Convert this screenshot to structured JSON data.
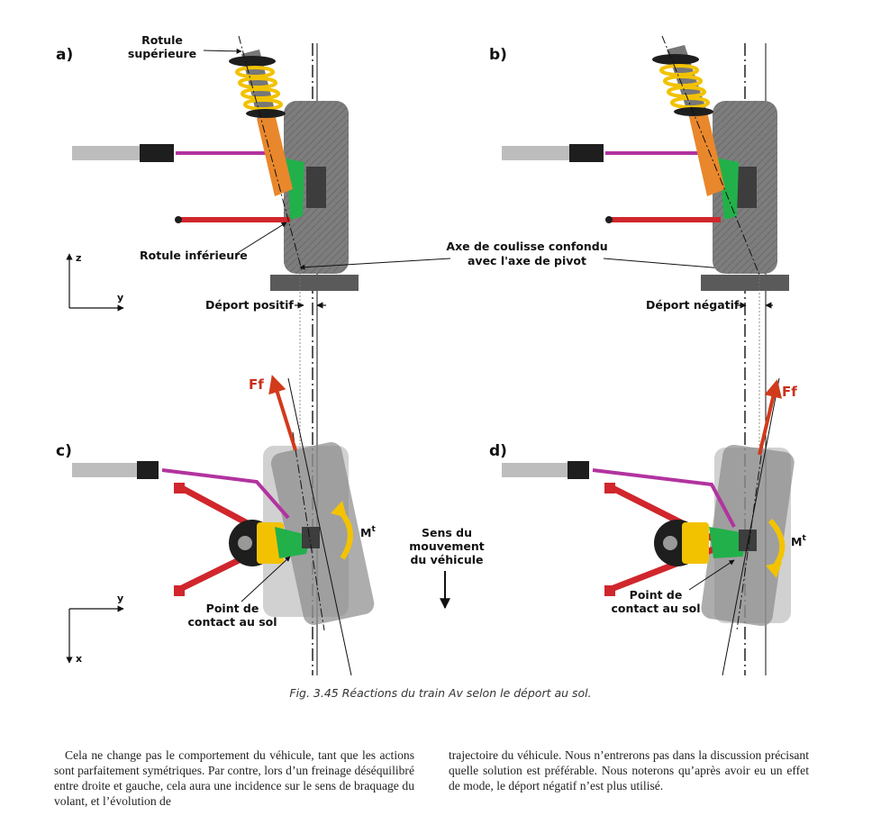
{
  "figure": {
    "panels": {
      "a": "a)",
      "b": "b)",
      "c": "c)",
      "d": "d)"
    },
    "labels": {
      "rotule_sup_1": "Rotule",
      "rotule_sup_2": "supérieure",
      "rotule_inf": "Rotule inférieure",
      "axe_1": "Axe de coulisse confondu",
      "axe_2": "avec l'axe de pivot",
      "deport_positif": "Déport positif",
      "deport_negatif": "Déport négatif",
      "ff_c": "Ff",
      "ff_d": "Ff",
      "mt_c": "M",
      "mt_d": "M",
      "mt_sup": "t",
      "sens_1": "Sens du",
      "sens_2": "mouvement",
      "sens_3": "du véhicule",
      "contact_c_1": "Point de",
      "contact_c_2": "contact au sol",
      "contact_d_1": "Point de",
      "contact_d_2": "contact au sol"
    },
    "axes_top": {
      "vertical": "z",
      "horizontal": "y"
    },
    "axes_bottom": {
      "horizontal": "y",
      "vertical": "x"
    },
    "colors": {
      "tire": "#7d7d7d",
      "ground": "#5a5a5a",
      "spring": "#f2c200",
      "strut": "#e9872c",
      "knuckle": "#22b04a",
      "tie_rod": "#b2339f",
      "arm": "#d0262c",
      "ff_arrow": "#d23a1c",
      "moment_arrow": "#f3c300"
    },
    "caption": "Fig. 3.45 Réactions du train Av selon le déport au sol."
  },
  "text": {
    "left_column": "Cela ne change pas le comportement du véhicule, tant que les actions sont parfaitement symétriques. Par contre, lors d’un freinage déséquilibré entre droite et gauche, cela aura une incidence sur le sens de braquage du volant, et l’évolution de",
    "right_column": "trajectoire du véhicule. Nous n’entrerons pas dans la discussion précisant quelle solution est préférable. Nous noterons qu’après avoir eu un effet de mode, le déport négatif n’est plus utilisé."
  }
}
